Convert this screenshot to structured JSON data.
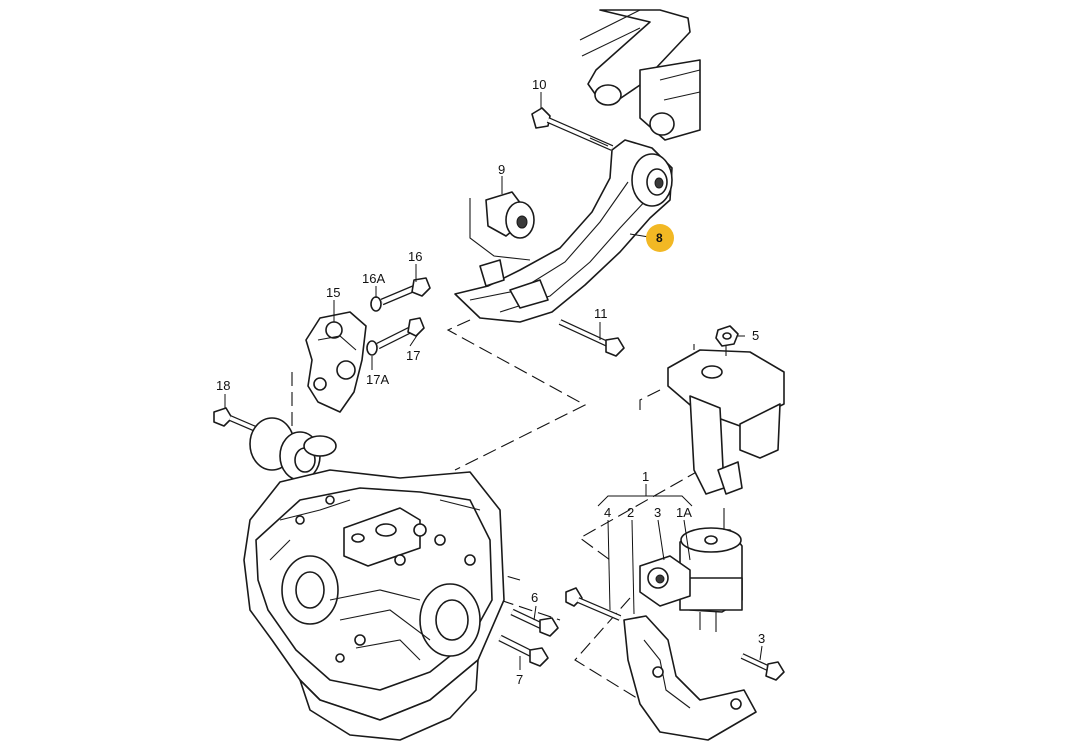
{
  "callouts": {
    "c1": "1",
    "c1A": "1A",
    "c2": "2",
    "c3a": "3",
    "c3b": "3",
    "c4": "4",
    "c5": "5",
    "c6": "6",
    "c7": "7",
    "c8": "8",
    "c9": "9",
    "c10": "10",
    "c11": "11",
    "c15": "15",
    "c16": "16",
    "c16A": "16A",
    "c17": "17",
    "c17A": "17A",
    "c18": "18"
  },
  "highlight_color": "#f2b824"
}
